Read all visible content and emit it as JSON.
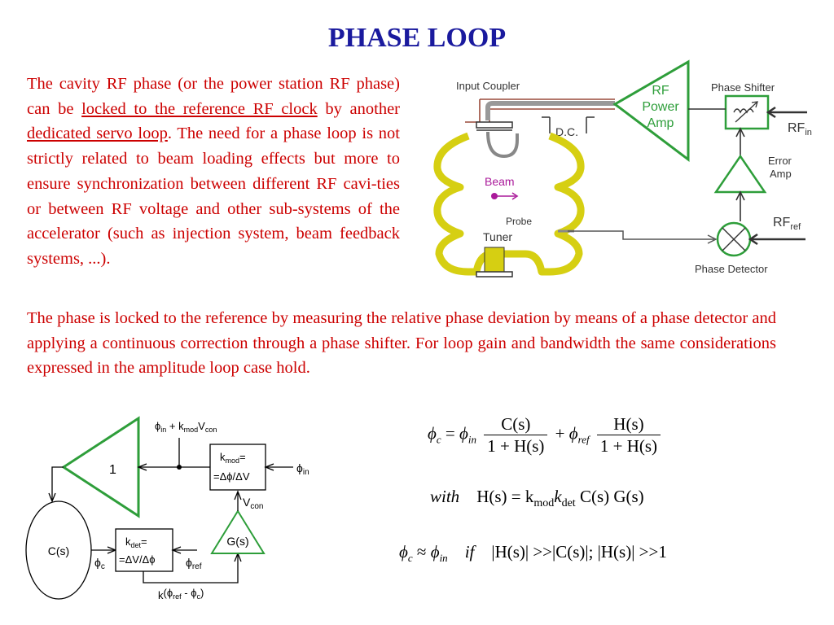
{
  "title": "PHASE LOOP",
  "para1": {
    "t1": "The cavity RF phase (or the power station RF phase) can be ",
    "u1": "locked to the reference RF clock",
    "t2": " by another ",
    "u2": "dedicated servo loop",
    "t3": ". The need for a phase loop is not strictly related to beam loading effects but more to ensure synchronization between different RF cavi-ties or between RF voltage and other sub-systems of the accelerator (such as injection system, beam feedback systems, ...)."
  },
  "para2": "The phase is locked to the reference by measuring the relative phase deviation by means of a phase detector and applying a continuous correction through a phase shifter. For loop gain and bandwidth the same considerations expressed in the amplitude loop case hold.",
  "colors": {
    "title": "#1a1a9e",
    "text": "#cc0000",
    "green": "#2e9e3a",
    "yellow": "#d6cf12",
    "brown": "#9a4a3a"
  },
  "cavity_diagram": {
    "input_coupler": "Input Coupler",
    "rf_power_amp": [
      "RF",
      "Power",
      "Amp"
    ],
    "phase_shifter": "Phase Shifter",
    "rf_in": "RF",
    "rf_in_sub": "in",
    "dc": "D.C.",
    "beam": "Beam",
    "probe": "Probe",
    "tuner": "Tuner",
    "error_amp": [
      "Error",
      "Amp"
    ],
    "rf_ref": "RF",
    "rf_ref_sub": "ref",
    "phase_detector": "Phase Detector"
  },
  "loop_diagram": {
    "amp_gain": "1",
    "cs": "C(s)",
    "gs": "G(s)",
    "kmod": "k",
    "kmod_sub": "mod",
    "kmod_eq": "=",
    "kmod_ratio": "=Δϕ/ΔV",
    "kdet": "k",
    "kdet_sub": "det",
    "kdet_eq": "=",
    "kdet_ratio": "=ΔV/Δϕ",
    "phi": "ϕ",
    "sub_in": "in",
    "sub_ref": "ref",
    "sub_c": "c",
    "top_label_mid": " + k",
    "top_label_v": "V",
    "sub_con": "con",
    "vcon": "V",
    "bottom_label_k": "k",
    "bottom_label_open": "(ϕ",
    "bottom_label_minus": " - ϕ",
    "bottom_label_close": ")"
  },
  "equations": {
    "phi_c": "ϕ",
    "sub_c": "c",
    "eq": " = ",
    "phi_in": "ϕ",
    "sub_in": "in",
    "cs": "C(s)",
    "denom": "1 + H(s)",
    "plus": " + ",
    "phi_ref": "ϕ",
    "sub_ref": "ref",
    "hs": "H(s)",
    "with": "with",
    "h_def_left": "H(s) = k",
    "sub_mod": "mod",
    "k": "k",
    "sub_det": "det",
    "h_def_right": " C(s) G(s)",
    "approx": " ≈ ",
    "if": "if",
    "cond": "|H(s)| >>|C(s)|;  |H(s)| >>1"
  }
}
